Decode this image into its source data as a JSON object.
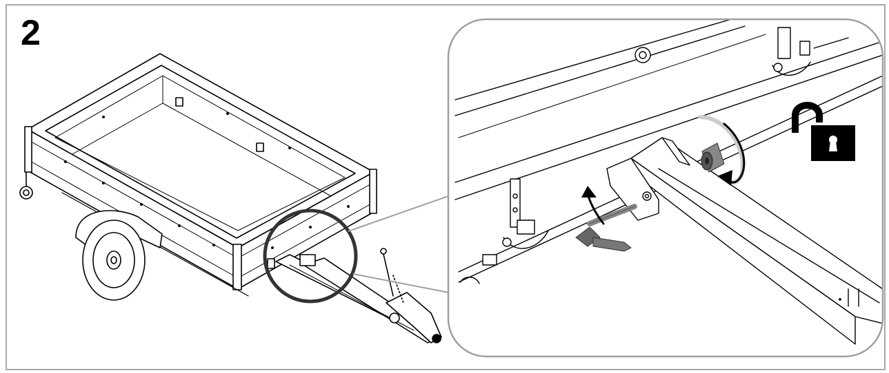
{
  "step": {
    "number": "2"
  },
  "illustration": {
    "overview": "trailer-overview",
    "detail": "drawbar-bolt-detail",
    "lock_state": "unlocked",
    "icons": [
      "open-padlock-icon",
      "rotate-arrow-icon",
      "pull-up-arrow-icon"
    ]
  },
  "colors": {
    "frame": "#a8a8a8",
    "line": "#000000",
    "callout_ring": "#333333",
    "inset_border": "#a0a0a0",
    "gray_part": "#777777"
  }
}
